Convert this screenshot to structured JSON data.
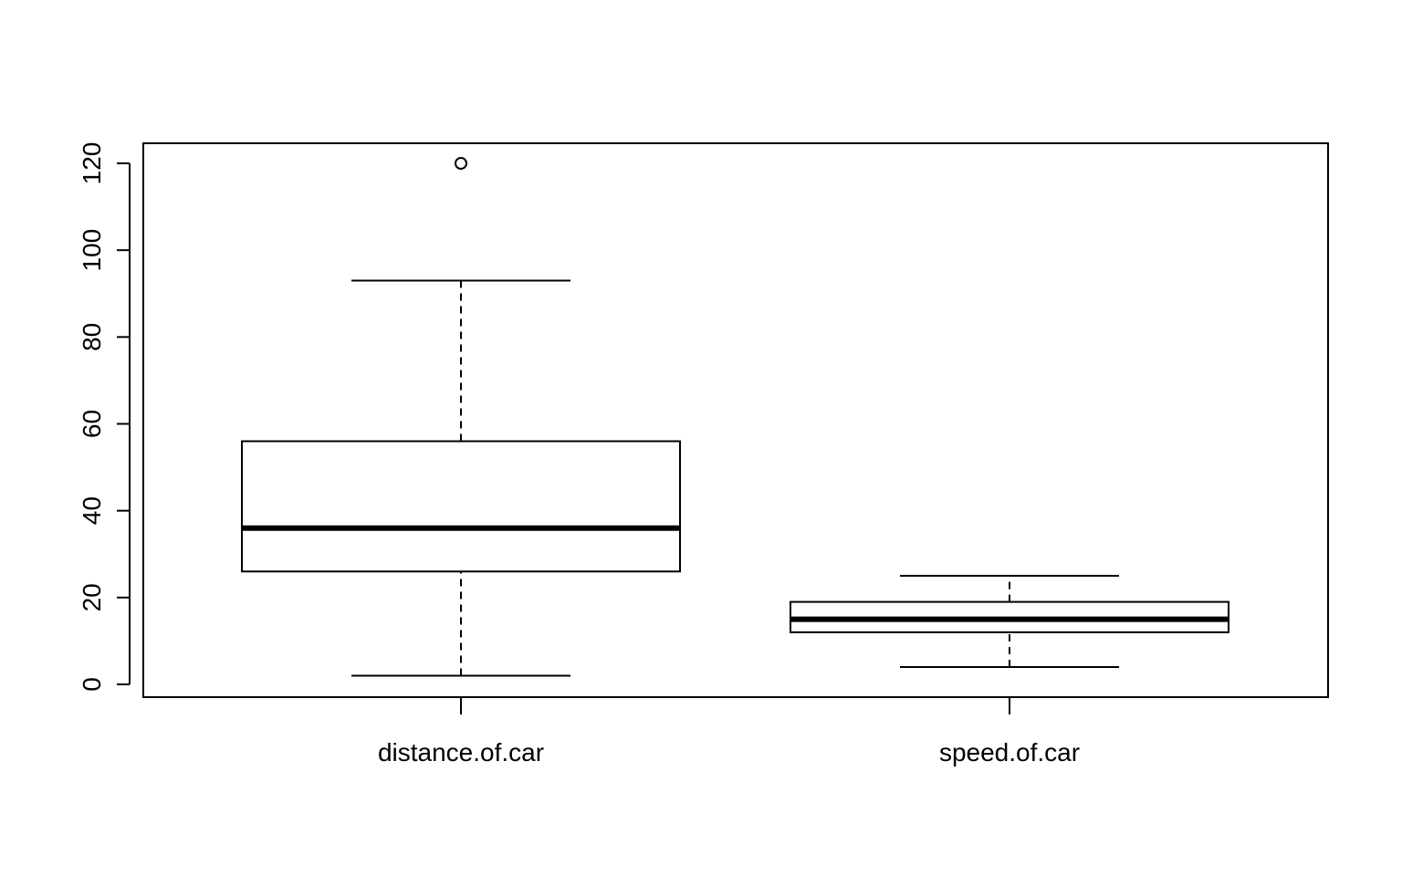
{
  "chart_data": {
    "type": "boxplot",
    "categories": [
      "distance.of.car",
      "speed.of.car"
    ],
    "boxes": [
      {
        "category": "distance.of.car",
        "whisker_low": 2,
        "q1": 26,
        "median": 36,
        "q3": 56,
        "whisker_high": 93,
        "outliers": [
          120
        ]
      },
      {
        "category": "speed.of.car",
        "whisker_low": 4,
        "q1": 12,
        "median": 15,
        "q3": 19,
        "whisker_high": 25,
        "outliers": []
      }
    ],
    "title": "",
    "xlabel": "",
    "ylabel": "",
    "ylim": [
      -3,
      124.5
    ],
    "yticks": [
      "0",
      "20",
      "40",
      "60",
      "80",
      "100",
      "120"
    ],
    "grid": false,
    "legend": "none"
  }
}
